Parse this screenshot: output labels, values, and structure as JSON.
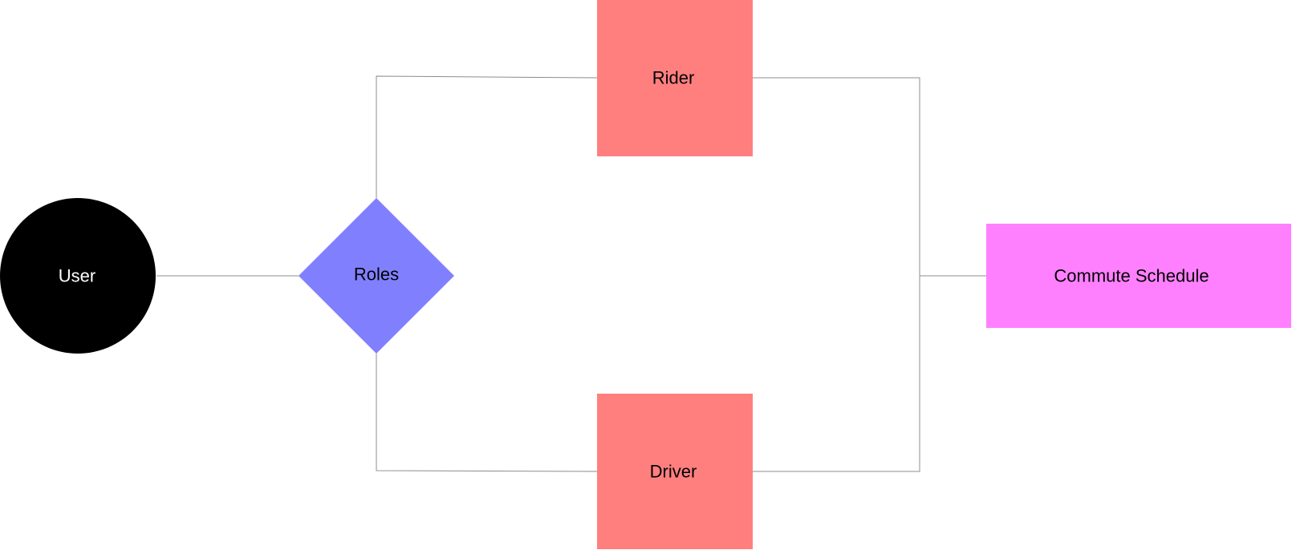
{
  "diagram": {
    "nodes": {
      "user": {
        "label": "User",
        "color": "#000000",
        "text_color": "#ffffff"
      },
      "roles": {
        "label": "Roles",
        "color": "#8080ff",
        "text_color": "#000000"
      },
      "rider": {
        "label": "Rider",
        "color": "#ff7f7f",
        "text_color": "#000000"
      },
      "driver": {
        "label": "Driver",
        "color": "#ff7f7f",
        "text_color": "#000000"
      },
      "commute_schedule": {
        "label": "Commute Schedule",
        "color": "#ff80ff",
        "text_color": "#000000"
      }
    },
    "connector_color": "#8c8c8c"
  }
}
